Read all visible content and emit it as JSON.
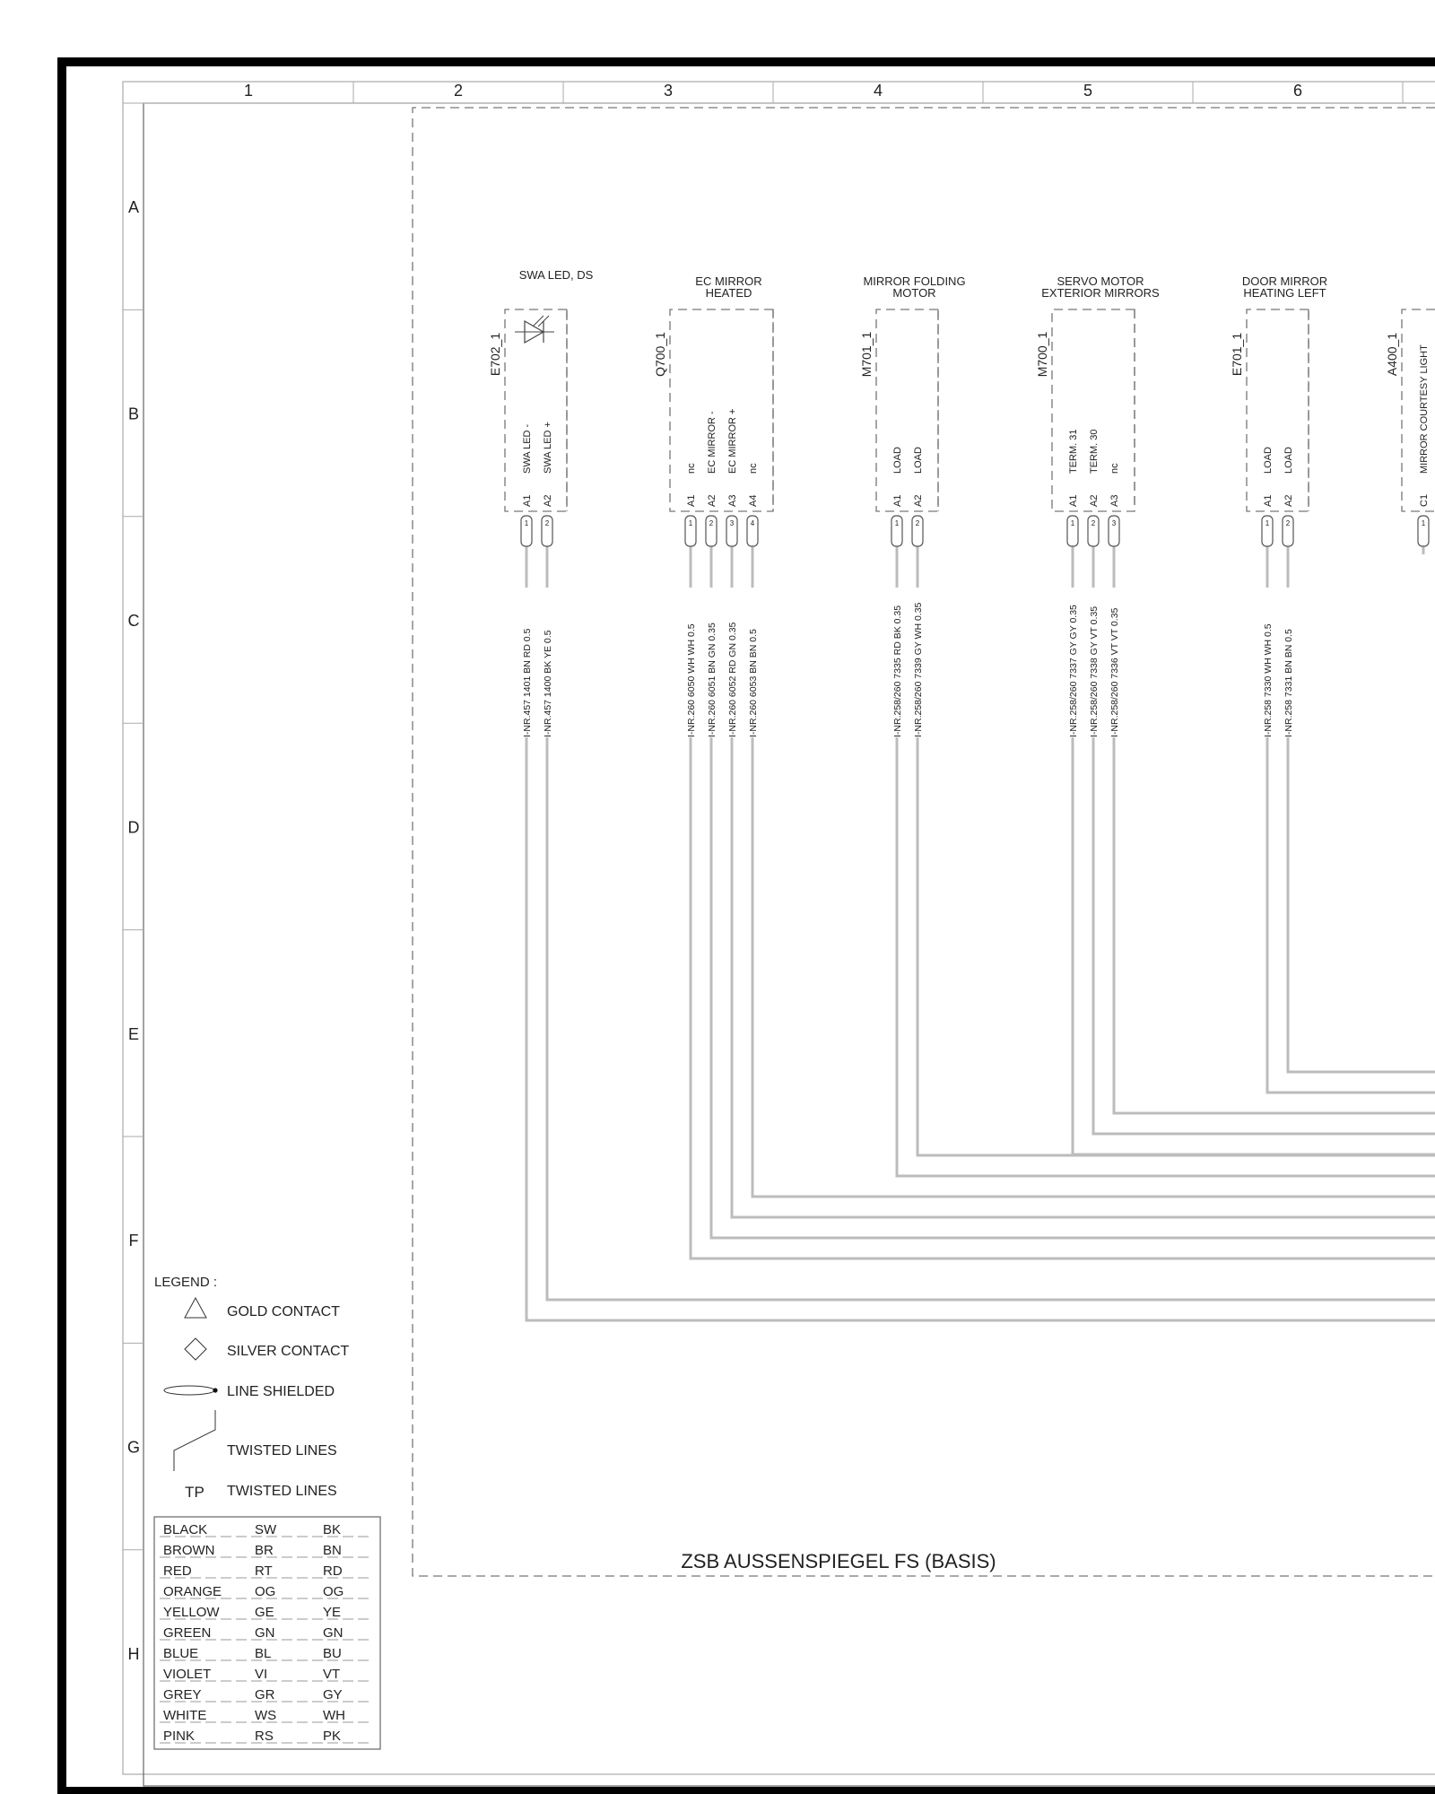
{
  "sheet": {
    "columns": [
      "1",
      "2",
      "3",
      "4",
      "5",
      "6"
    ],
    "rows": [
      "A",
      "B",
      "C",
      "D",
      "E",
      "F",
      "G",
      "H"
    ],
    "title": "ZSB AUSSENSPIEGEL FS (BASIS)"
  },
  "components": [
    {
      "ref": "E702_1",
      "title": [
        "SWA LED, DS"
      ],
      "icon": "led-diode-icon",
      "pins": [
        {
          "pin": "A1",
          "num": "1",
          "func": "SWA LED -",
          "wire": "I-NR.457   1401   BN RD 0.5"
        },
        {
          "pin": "A2",
          "num": "2",
          "func": "SWA LED +",
          "wire": "I-NR.457   1400   BK YE 0.5"
        }
      ]
    },
    {
      "ref": "Q700_1",
      "title": [
        "EC MIRROR",
        "HEATED"
      ],
      "pins": [
        {
          "pin": "A1",
          "num": "1",
          "func": "nc",
          "wire": "I-NR.260   6050   WH WH 0.5"
        },
        {
          "pin": "A2",
          "num": "2",
          "func": "EC MIRROR -",
          "wire": "I-NR.260   6051 BN GN 0.35"
        },
        {
          "pin": "A3",
          "num": "3",
          "func": "EC MIRROR +",
          "wire": "I-NR.260   6052 RD GN 0.35"
        },
        {
          "pin": "A4",
          "num": "4",
          "func": "nc",
          "wire": "I-NR.260   6053   BN BN 0.5"
        }
      ]
    },
    {
      "ref": "M701_1",
      "title": [
        "MIRROR FOLDING",
        "MOTOR"
      ],
      "pins": [
        {
          "pin": "A1",
          "num": "1",
          "func": "LOAD",
          "wire": "I-NR.258/260   7335 RD BK 0.35"
        },
        {
          "pin": "A2",
          "num": "2",
          "func": "LOAD",
          "wire": "I-NR.258/260   7339 GY WH 0.35"
        }
      ]
    },
    {
      "ref": "M700_1",
      "title": [
        "SERVO MOTOR",
        "EXTERIOR MIRRORS"
      ],
      "pins": [
        {
          "pin": "A1",
          "num": "1",
          "func": "TERM. 31",
          "wire": "I-NR.258/260   7337 GY GY 0.35"
        },
        {
          "pin": "A2",
          "num": "2",
          "func": "TERM. 30",
          "wire": "I-NR.258/260   7338 GY VT 0.35"
        },
        {
          "pin": "A3",
          "num": "3",
          "func": "nc",
          "wire": "I-NR.258/260   7336 VT VT 0.35"
        }
      ]
    },
    {
      "ref": "E701_1",
      "title": [
        "DOOR MIRROR",
        "HEATING LEFT"
      ],
      "pins": [
        {
          "pin": "A1",
          "num": "1",
          "func": "LOAD",
          "wire": "I-NR.258   7330   WH WH 0.5"
        },
        {
          "pin": "A2",
          "num": "2",
          "func": "LOAD",
          "wire": "I-NR.258   7331   BN BN 0.5"
        }
      ]
    },
    {
      "ref": "A400_1",
      "title": [],
      "pins": [
        {
          "pin": "C1",
          "num": "1",
          "func": "MIRROR COURTESY LIGHT",
          "wire": ""
        }
      ]
    }
  ],
  "legend": {
    "heading": "LEGEND :",
    "items": [
      {
        "symbol": "triangle-icon",
        "label": "GOLD CONTACT"
      },
      {
        "symbol": "diamond-icon",
        "label": "SILVER CONTACT"
      },
      {
        "symbol": "shield-ellipse-icon",
        "label": "LINE SHIELDED"
      },
      {
        "symbol": "twisted-line-icon",
        "label": "TWISTED LINES"
      },
      {
        "symbol": "TP",
        "label": "TWISTED LINES"
      }
    ],
    "colors": [
      [
        "BLACK",
        "SW",
        "BK"
      ],
      [
        "BROWN",
        "BR",
        "BN"
      ],
      [
        "RED",
        "RT",
        "RD"
      ],
      [
        "ORANGE",
        "OG",
        "OG"
      ],
      [
        "YELLOW",
        "GE",
        "YE"
      ],
      [
        "GREEN",
        "GN",
        "GN"
      ],
      [
        "BLUE",
        "BL",
        "BU"
      ],
      [
        "VIOLET",
        "VI",
        "VT"
      ],
      [
        "GREY",
        "GR",
        "GY"
      ],
      [
        "WHITE",
        "WS",
        "WH"
      ],
      [
        "PINK",
        "RS",
        "PK"
      ]
    ]
  }
}
